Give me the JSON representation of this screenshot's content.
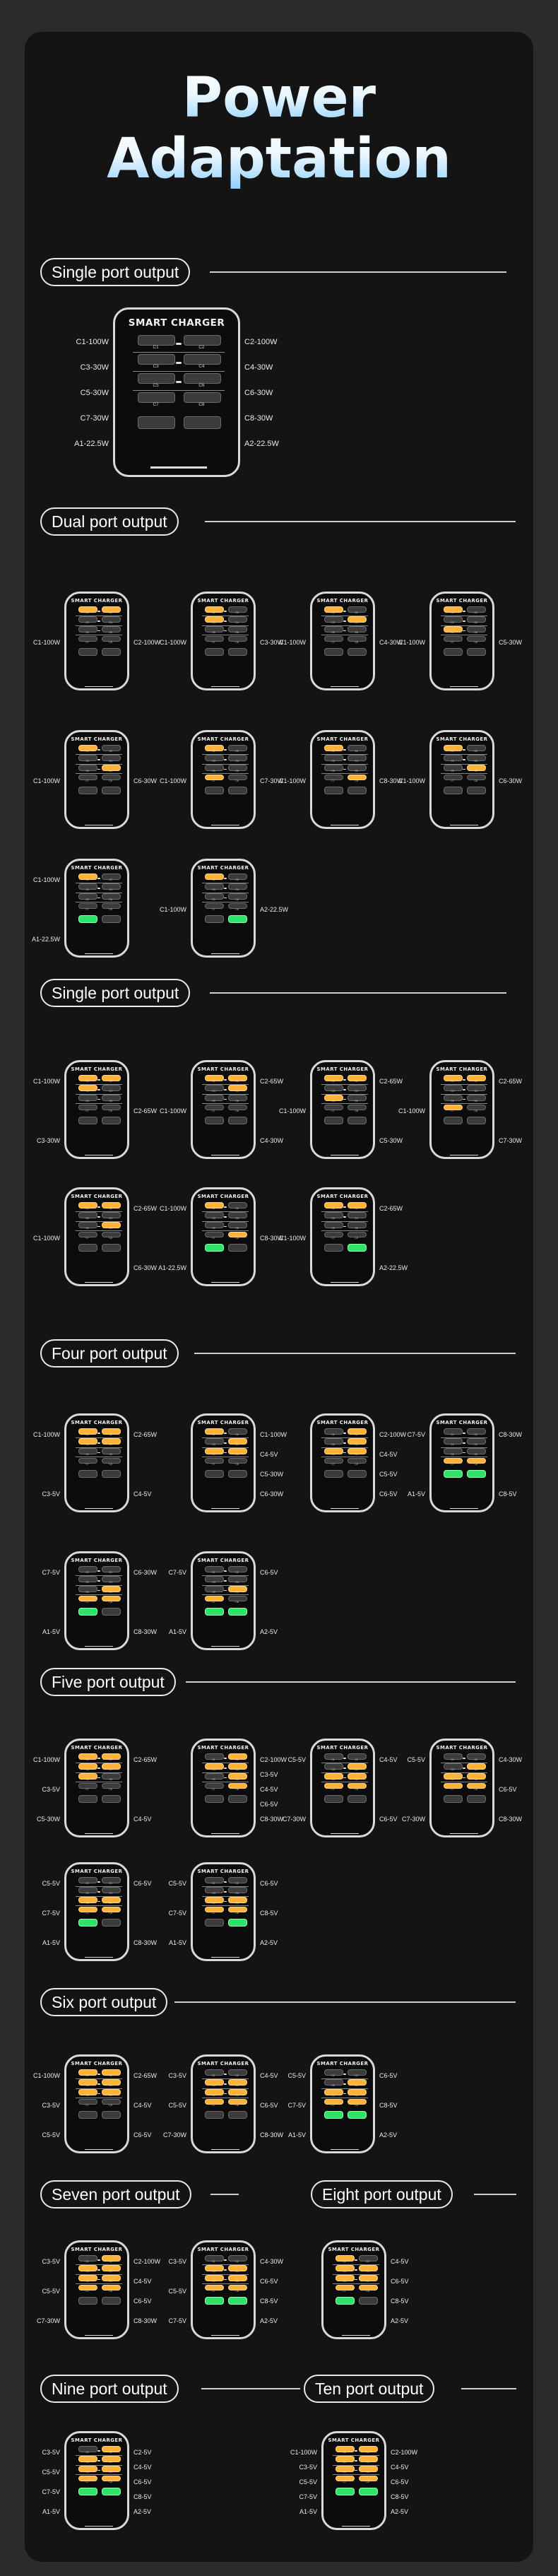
{
  "title": {
    "line1": "Power",
    "line2": "Adaptation"
  },
  "charger_title": "SMART CHARGER",
  "accent_colors": {
    "usb_c_active": "#ffb238",
    "usb_a_active": "#2ee26a",
    "panel": "#141414"
  },
  "sections": [
    {
      "title": "Single port output"
    },
    {
      "title": "Dual port output"
    },
    {
      "title": "Single port output"
    },
    {
      "title": "Four port output"
    },
    {
      "title": "Five port output"
    },
    {
      "title": "Six port output"
    },
    {
      "title": "Seven port output"
    },
    {
      "title": "Eight port output"
    },
    {
      "title": "Nine port output"
    },
    {
      "title": "Ten port output"
    }
  ],
  "hero": {
    "left": [
      "C1-100W",
      "C3-30W",
      "C5-30W",
      "C7-30W",
      "A1-22.5W"
    ],
    "right": [
      "C2-100W",
      "C4-30W",
      "C6-30W",
      "C8-30W",
      "A2-22.5W"
    ]
  },
  "diagrams": [
    {
      "active": [
        "C1",
        "C2"
      ],
      "left": [
        "C1-100W"
      ],
      "right": [
        "C2-100W"
      ]
    },
    {
      "active": [
        "C1",
        "C3"
      ],
      "left": [
        "C1-100W"
      ],
      "right": [
        "C3-30W"
      ]
    },
    {
      "active": [
        "C1",
        "C4"
      ],
      "left": [
        "C1-100W"
      ],
      "right": [
        "C4-30W"
      ]
    },
    {
      "active": [
        "C1",
        "C5"
      ],
      "left": [
        "C1-100W"
      ],
      "right": [
        "C5-30W"
      ]
    },
    {
      "active": [
        "C1",
        "C6"
      ],
      "left": [
        "C1-100W"
      ],
      "right": [
        "C6-30W"
      ]
    },
    {
      "active": [
        "C1",
        "C7"
      ],
      "left": [
        "C1-100W"
      ],
      "right": [
        "C7-30W"
      ]
    },
    {
      "active": [
        "C1",
        "C8"
      ],
      "left": [
        "C1-100W"
      ],
      "right": [
        "C8-30W"
      ]
    },
    {
      "active": [
        "C1",
        "C6"
      ],
      "left": [
        "C1-100W"
      ],
      "right": [
        "C6-30W"
      ]
    },
    {
      "active": [
        "C1",
        "A1"
      ],
      "left": [
        "C1-100W",
        "A1-22.5W"
      ],
      "right": []
    },
    {
      "active": [
        "C1",
        "A2"
      ],
      "left": [
        "C1-100W"
      ],
      "right": [
        "A2-22.5W"
      ]
    },
    {
      "active": [
        "C1",
        "C2",
        "C3"
      ],
      "left": [
        "C1-100W",
        "C3-30W"
      ],
      "right": [
        "C2-65W"
      ]
    },
    {
      "active": [
        "C1",
        "C2",
        "C4"
      ],
      "left": [
        "C1-100W"
      ],
      "right": [
        "C2-65W",
        "C4-30W"
      ]
    },
    {
      "active": [
        "C1",
        "C2",
        "C5"
      ],
      "left": [
        "C1-100W"
      ],
      "right": [
        "C2-65W",
        "C5-30W"
      ]
    },
    {
      "active": [
        "C1",
        "C2",
        "C7"
      ],
      "left": [
        "C1-100W"
      ],
      "right": [
        "C2-65W",
        "C7-30W"
      ]
    },
    {
      "active": [
        "C1",
        "C2",
        "C6"
      ],
      "left": [
        "C1-100W"
      ],
      "right": [
        "C2-65W",
        "C6-30W"
      ]
    },
    {
      "active": [
        "C1",
        "C8",
        "A1"
      ],
      "left": [
        "C1-100W",
        "A1-22.5W"
      ],
      "right": [
        "C8-30W"
      ]
    },
    {
      "active": [
        "C1",
        "C2",
        "A2"
      ],
      "left": [
        "C1-100W"
      ],
      "right": [
        "C2-65W",
        "A2-22.5W"
      ]
    },
    {
      "active": [
        "C1",
        "C2",
        "C3",
        "C4"
      ],
      "left": [
        "C1-100W",
        "C3-5V"
      ],
      "right": [
        "C2-65W",
        "C4-5V"
      ]
    },
    {
      "active": [
        "C1",
        "C4",
        "C5",
        "C6"
      ],
      "left": [],
      "right": [
        "C1-100W",
        "C4-5V",
        "C5-30W",
        "C6-30W"
      ]
    },
    {
      "active": [
        "C2",
        "C4",
        "C5",
        "C6"
      ],
      "left": [],
      "right": [
        "C2-100W",
        "C4-5V",
        "C5-5V",
        "C6-5V"
      ]
    },
    {
      "active": [
        "C7",
        "C8",
        "A1",
        "A2"
      ],
      "left": [
        "C7-5V",
        "A1-5V"
      ],
      "right": [
        "C8-30W",
        "C8-5V"
      ]
    },
    {
      "active": [
        "C6",
        "C7",
        "C8",
        "A1"
      ],
      "left": [
        "C7-5V",
        "A1-5V"
      ],
      "right": [
        "C6-30W",
        "C8-30W"
      ]
    },
    {
      "active": [
        "C6",
        "C7",
        "A1",
        "A2"
      ],
      "left": [
        "C7-5V",
        "A1-5V"
      ],
      "right": [
        "C6-5V",
        "A2-5V"
      ]
    },
    {
      "active": [
        "C1",
        "C2",
        "C3",
        "C4",
        "C5"
      ],
      "left": [
        "C1-100W",
        "C3-5V",
        "C5-30W"
      ],
      "right": [
        "C2-65W",
        "C4-5V"
      ]
    },
    {
      "active": [
        "C2",
        "C3",
        "C4",
        "C6",
        "C8"
      ],
      "left": [],
      "right": [
        "C2-100W",
        "C3-5V",
        "C4-5V",
        "C6-5V",
        "C8-30W"
      ]
    },
    {
      "active": [
        "C4",
        "C5",
        "C6",
        "C7",
        "C8"
      ],
      "left": [
        "C5-5V",
        "C7-30W"
      ],
      "right": [
        "C4-5V",
        "C6-5V"
      ]
    },
    {
      "active": [
        "C4",
        "C5",
        "C6",
        "C7",
        "C8"
      ],
      "left": [
        "C5-5V",
        "C7-30W"
      ],
      "right": [
        "C4-30W",
        "C6-5V",
        "C8-30W"
      ]
    },
    {
      "active": [
        "C5",
        "C6",
        "C7",
        "C8",
        "A1"
      ],
      "left": [
        "C5-5V",
        "C7-5V",
        "A1-5V"
      ],
      "right": [
        "C6-5V",
        "C8-30W"
      ]
    },
    {
      "active": [
        "C5",
        "C6",
        "C7",
        "C8",
        "A2"
      ],
      "left": [
        "C5-5V",
        "C7-5V",
        "A1-5V"
      ],
      "right": [
        "C6-5V",
        "C8-5V",
        "A2-5V"
      ]
    },
    {
      "active": [
        "C1",
        "C2",
        "C3",
        "C4",
        "C5",
        "C6"
      ],
      "left": [
        "C1-100W",
        "C3-5V",
        "C5-5V"
      ],
      "right": [
        "C2-65W",
        "C4-5V",
        "C6-5V"
      ]
    },
    {
      "active": [
        "C3",
        "C4",
        "C5",
        "C6",
        "C7",
        "C8"
      ],
      "left": [
        "C3-5V",
        "C5-5V",
        "C7-30W"
      ],
      "right": [
        "C4-5V",
        "C6-5V",
        "C8-30W"
      ]
    },
    {
      "active": [
        "C4",
        "C5",
        "C6",
        "C7",
        "C8",
        "A1",
        "A2"
      ],
      "left": [
        "C5-5V",
        "C7-5V",
        "A1-5V"
      ],
      "right": [
        "C6-5V",
        "C8-5V",
        "A2-5V"
      ]
    },
    {
      "active": [
        "C2",
        "C3",
        "C4",
        "C5",
        "C6",
        "C7",
        "C8"
      ],
      "left": [
        "C3-5V",
        "C5-5V",
        "C7-30W"
      ],
      "right": [
        "C2-100W",
        "C4-5V",
        "C6-5V",
        "C8-30W"
      ]
    },
    {
      "active": [
        "C3",
        "C4",
        "C5",
        "C6",
        "C7",
        "C8",
        "A1",
        "A2"
      ],
      "left": [
        "C3-5V",
        "C5-5V",
        "C7-5V"
      ],
      "right": [
        "C4-30W",
        "C6-5V",
        "C8-5V",
        "A2-5V"
      ]
    },
    {
      "active": [
        "C1",
        "C3",
        "C4",
        "C5",
        "C6",
        "C7",
        "C8",
        "A1"
      ],
      "left": [],
      "right": [
        "C4-5V",
        "C6-5V",
        "C8-5V",
        "A2-5V"
      ]
    },
    {
      "active": [
        "C2",
        "C3",
        "C4",
        "C5",
        "C6",
        "C7",
        "C8",
        "A1",
        "A2"
      ],
      "left": [
        "C3-5V",
        "C5-5V",
        "C7-5V",
        "A1-5V"
      ],
      "right": [
        "C2-5V",
        "C4-5V",
        "C6-5V",
        "C8-5V",
        "A2-5V"
      ]
    },
    {
      "active": [
        "C1",
        "C2",
        "C3",
        "C4",
        "C5",
        "C6",
        "C7",
        "C8",
        "A1",
        "A2"
      ],
      "left": [
        "C1-100W",
        "C3-5V",
        "C5-5V",
        "C7-5V",
        "A1-5V"
      ],
      "right": [
        "C2-100W",
        "C4-5V",
        "C6-5V",
        "C8-5V",
        "A2-5V"
      ]
    }
  ]
}
